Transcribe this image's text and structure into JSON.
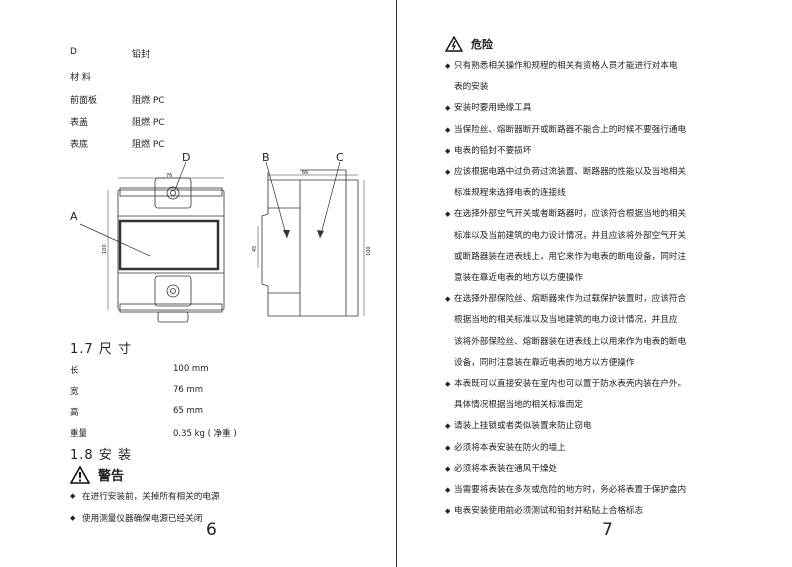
{
  "left": {
    "materials": [
      {
        "key": "D",
        "value": "铅封"
      },
      {
        "key": "材 料",
        "value": ""
      },
      {
        "key": "前面板",
        "value": "阻燃 PC"
      },
      {
        "key": "表盖",
        "value": "阻燃 PC"
      },
      {
        "key": "表底",
        "value": "阻燃 PC"
      }
    ],
    "diagram": {
      "labels": {
        "a": "A",
        "b": "B",
        "c": "C",
        "d": "D"
      },
      "dims": {
        "front_width": "76",
        "front_height": "100",
        "side_width": "66",
        "side_height": "100",
        "side_inner": "45"
      }
    },
    "section_size_title": "1.7 尺 寸",
    "dimensions": [
      {
        "key": "长",
        "value": "100 mm"
      },
      {
        "key": "宽",
        "value": "76 mm"
      },
      {
        "key": "高",
        "value": "65 mm"
      },
      {
        "key": "重量",
        "value": "0.35 kg ( 净重 )"
      }
    ],
    "section_install_title": "1.8 安 装",
    "warning_title": "警告",
    "warnings": [
      "在进行安装前，关掉所有相关的电源",
      "使用测量仪器确保电源已经关闭"
    ],
    "page_number": "6"
  },
  "right": {
    "danger_title": "危险",
    "items": [
      [
        "只有熟悉相关操作和规程的相关有资格人员才能进行对本电",
        "表的安装"
      ],
      [
        "安装时要用绝缘工具"
      ],
      [
        "当保险丝、熔断器断开或断路器不能合上的时候不要强行通电"
      ],
      [
        "电表的铅封不要损坏"
      ],
      [
        "应该根据电路中过负荷过流装置、断路器的性能以及当地相关",
        "标准规程来选择电表的连接线"
      ],
      [
        "在选择外部空气开关或者断路器时，应该符合根据当地的相关",
        "标准以及当前建筑的电力设计情况，并且应该将外部空气开关",
        "或断路器装在进表线上，用它来作为电表的断电设备，同时注",
        "意装在靠近电表的地方以方便操作"
      ],
      [
        "在选择外部保险丝、熔断器来作为过载保护装置时，应该符合",
        "根据当地的相关标准以及当地建筑的电力设计情况，并且应",
        "该将外部保险丝、熔断器装在进表线上以用来作为电表的断电",
        "设备，同时注意装在靠近电表的地方以方便操作"
      ],
      [
        "本表既可以直接安装在室内也可以置于防水表壳内装在户外。",
        "具体情况根据当地的相关标准而定"
      ],
      [
        "请装上挂锁或者类似装置来防止窃电"
      ],
      [
        "必须将本表安装在防火的墙上"
      ],
      [
        "必须将本表装在通风干燥处"
      ],
      [
        "当需要将表装在多灰或危险的地方时，务必将表置于保护盒内"
      ],
      [
        "电表安装使用前必须测试和铅封并粘贴上合格标志"
      ]
    ],
    "page_number": "7"
  }
}
